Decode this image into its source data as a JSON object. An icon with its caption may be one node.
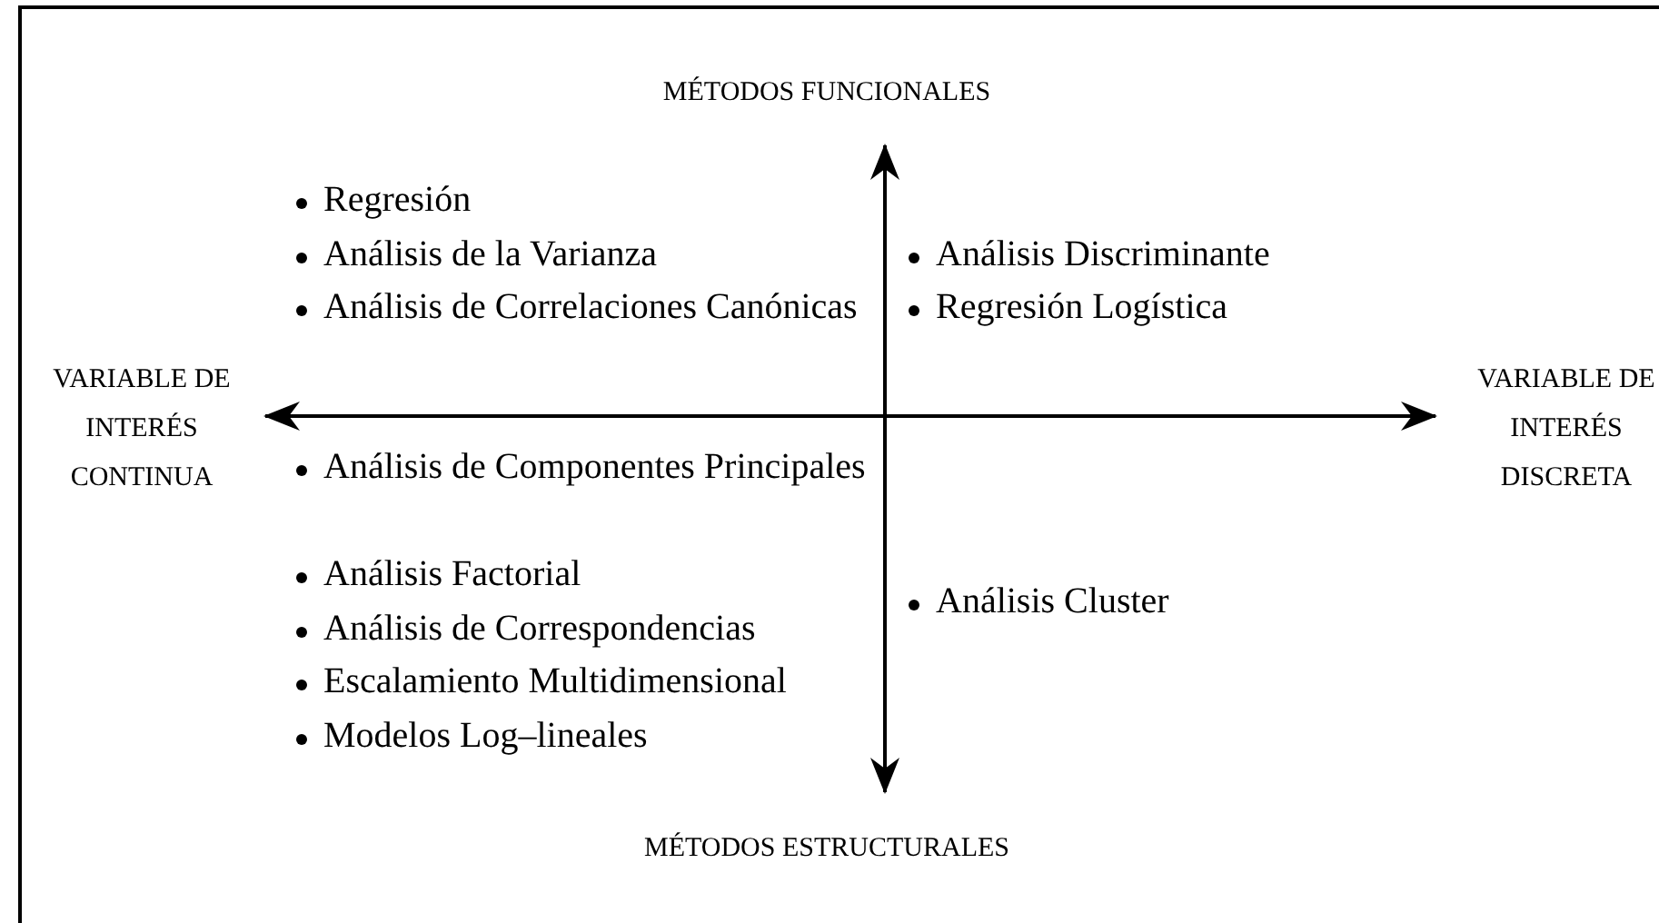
{
  "diagram": {
    "labels": [
      "MÉTODOS FUNCIONALES",
      "Regresión",
      "Análisis de la Varianza",
      "Análisis de Correlaciones Canónicas",
      "Análisis Discriminante",
      "Regresión Logística",
      "VARIABLE DE INTERÉS CONTINUA",
      "VARIABLE DE INTERÉS DISCRETA",
      "Análisis de Componentes Principales",
      "Análisis Factorial",
      "Análisis de Correspondencias",
      "Escalamiento Multidimensional",
      "Modelos Log–lineales",
      "Análisis Cluster",
      "MÉTODOS ESTRUCTURALES"
    ]
  }
}
